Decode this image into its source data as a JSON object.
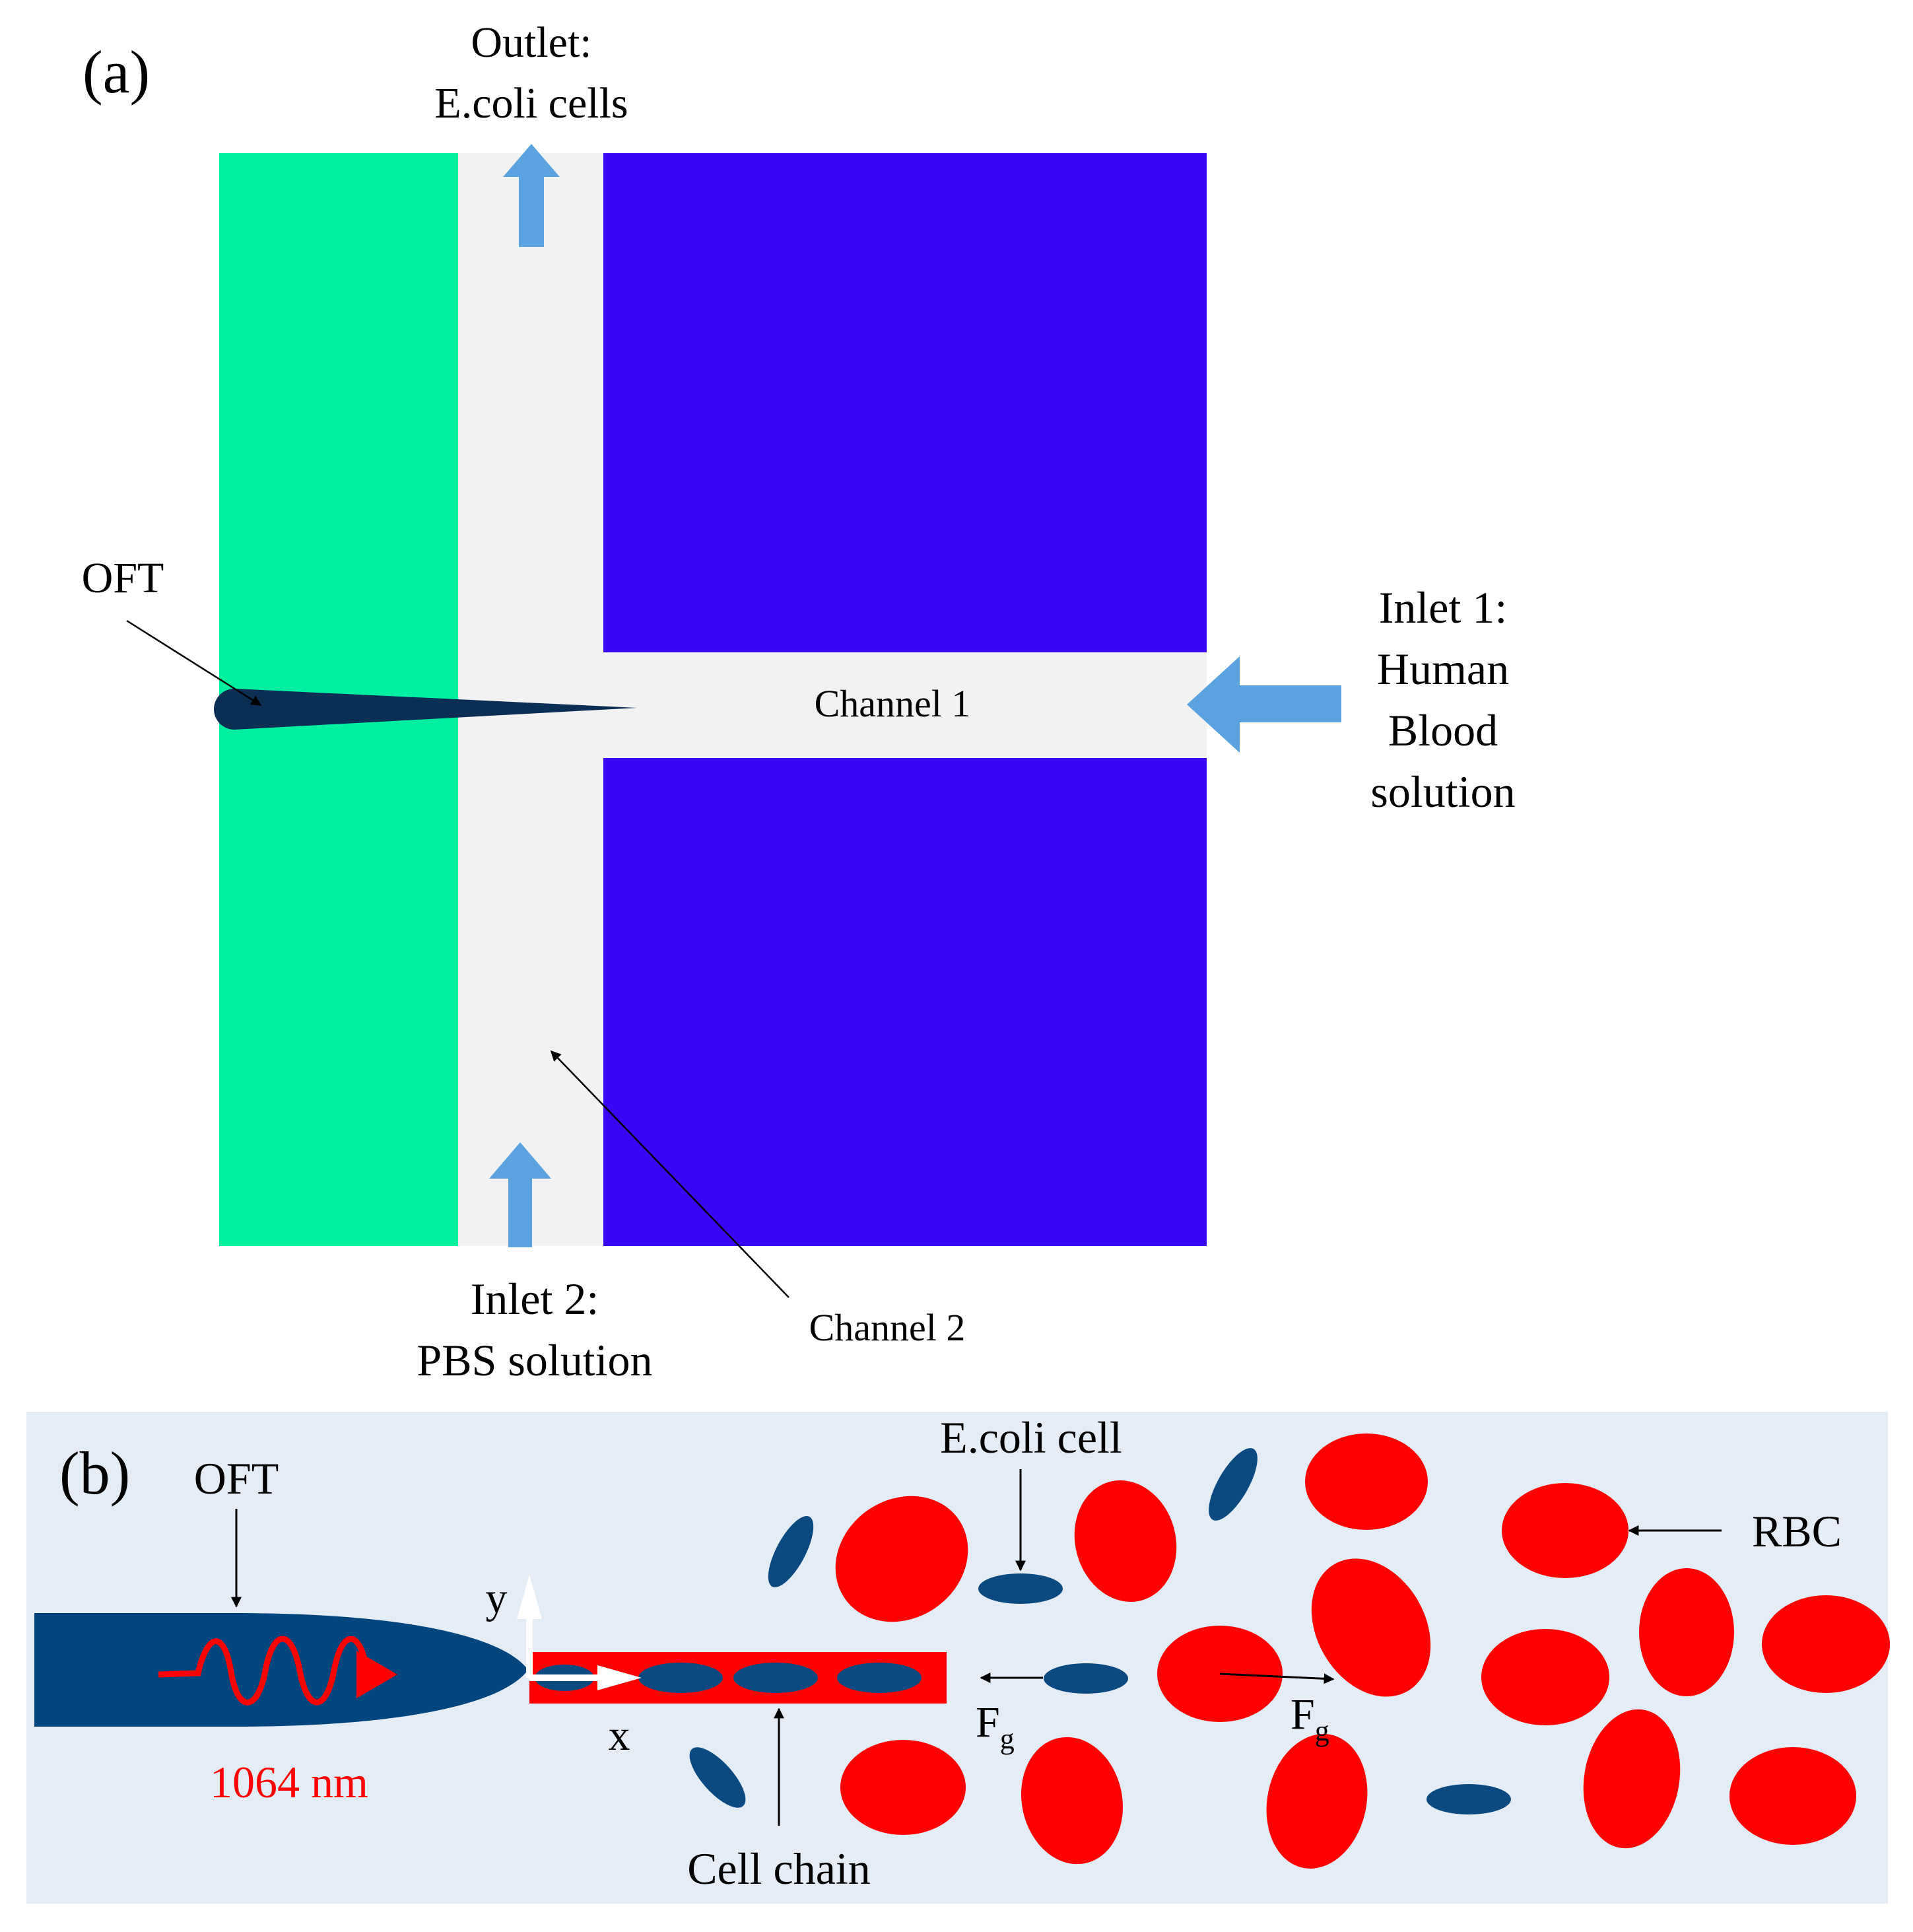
{
  "panel_a": {
    "label": "(a)",
    "outlet_line1": "Outlet:",
    "outlet_line2": "E.coli cells",
    "oft_label": "OFT",
    "channel1_label": "Channel 1",
    "channel2_label": "Channel 2",
    "inlet1_line1": "Inlet 1:",
    "inlet1_line2": "Human",
    "inlet1_line3": "Blood",
    "inlet1_line4": "solution",
    "inlet2_line1": "Inlet 2:",
    "inlet2_line2": "PBS solution"
  },
  "panel_b": {
    "label": "(b)",
    "oft_label": "OFT",
    "wavelength_label": "1064 nm",
    "ecoli_label": "E.coli cell",
    "rbc_label": "RBC",
    "axis_y": "y",
    "axis_x": "x",
    "force_symbol": "F",
    "force_subscript": "g",
    "cell_chain_label": "Cell chain"
  },
  "colors": {
    "fiber_region": "#00EFA0",
    "substrate": "#3A06F6",
    "channel": "#F2F2F2",
    "flow_arrow": "#5BA3E0",
    "oft_tip": "#0B2E55",
    "panel_b_background": "#E4ECF6",
    "fiber_b": "#00457D",
    "ecoli": "#0B4A80",
    "rbc": "#FF0000",
    "laser": "#FF0000"
  }
}
